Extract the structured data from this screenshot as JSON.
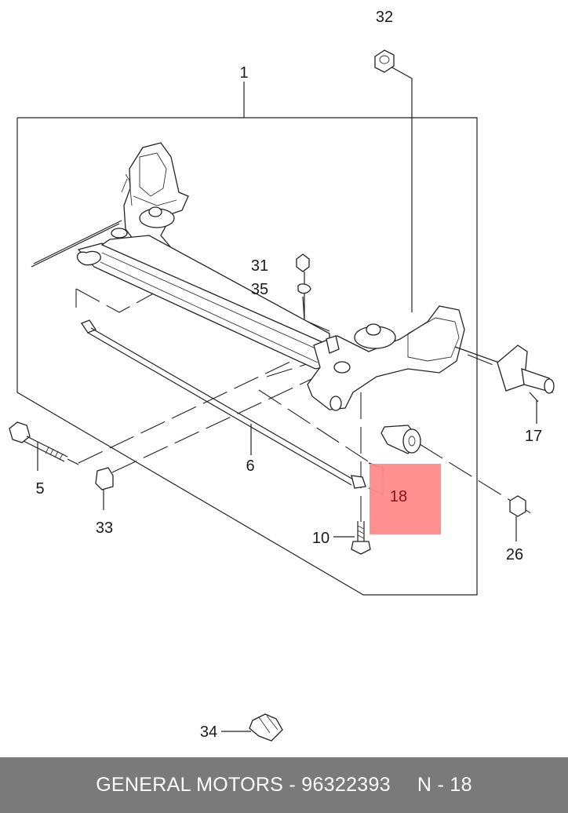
{
  "callouts": {
    "c1": "1",
    "c5": "5",
    "c6": "6",
    "c10": "10",
    "c17": "17",
    "c18": "18",
    "c26": "26",
    "c31": "31",
    "c32": "32",
    "c33": "33",
    "c34": "34",
    "c35": "35"
  },
  "highlight": {
    "part": "18",
    "color": "#ff8a8a"
  },
  "footer": {
    "manufacturer_part": "GENERAL MOTORS - 96322393",
    "ref": "N - 18"
  }
}
